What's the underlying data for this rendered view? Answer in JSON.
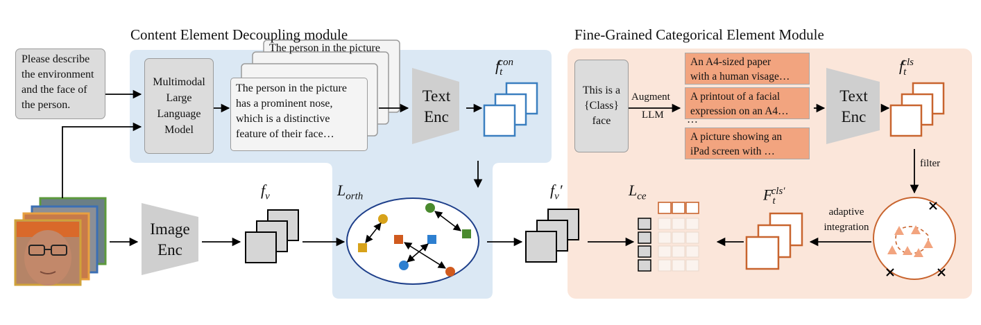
{
  "modules": {
    "left_title": "Content Element Decoupling module",
    "right_title": "Fine-Grained Categorical Element Module"
  },
  "prompt": {
    "lines": [
      "Please describe",
      "the environment",
      "and the face of",
      "the person."
    ]
  },
  "mllm": {
    "lines": [
      "Multimodal",
      "Large",
      "Language",
      "Model"
    ]
  },
  "generated_text": {
    "front_lines": [
      "The person in the picture",
      "has a prominent nose,",
      "which is a distinctive",
      "feature of their face…"
    ],
    "back_top": "The person in the picture"
  },
  "text_encoder_left": {
    "lines": [
      "Text",
      "Enc"
    ]
  },
  "image_encoder": {
    "lines": [
      "Image",
      "Enc"
    ]
  },
  "symbols": {
    "f_con_base": "f",
    "f_con_sub": "t",
    "f_con_sup": "con",
    "f_v_base": "f",
    "f_v_sub": "v",
    "f_v_prime_base": "f",
    "f_v_prime_sub": "v",
    "f_v_prime_mark": "′",
    "l_orth_base": "L",
    "l_orth_sub": "orth",
    "l_ce_base": "L",
    "l_ce_sub": "ce",
    "f_cls_base": "f",
    "f_cls_sub": "t",
    "f_cls_sup": "cls",
    "F_cls_base": "F",
    "F_cls_sub": "t",
    "F_cls_sup": "cls′"
  },
  "class_prompt": {
    "lines": [
      "This is a",
      "{Class}",
      "face"
    ]
  },
  "augment": {
    "line1": "Augment",
    "line2": "LLM"
  },
  "descriptions": [
    {
      "lines": [
        "An A4-sized paper",
        "with a human visage…"
      ]
    },
    {
      "lines": [
        "A printout of a facial",
        "expression on an A4…"
      ]
    },
    {
      "lines": [
        "A picture showing an",
        "iPad screen with …"
      ]
    }
  ],
  "ellipsis": "…",
  "text_encoder_right": {
    "lines": [
      "Text",
      "Enc"
    ]
  },
  "filter_label": "filter",
  "adaptive": {
    "line1": "adaptive",
    "line2": "integration"
  },
  "colors": {
    "blue_panel": "#dbe8f4",
    "orange_panel": "#fbe6da",
    "blue_feature": "#3a7ebf",
    "orange_feature": "#c8642e",
    "desc_fill": "#f2a47f",
    "gray_feature": "#4d4d4d"
  }
}
